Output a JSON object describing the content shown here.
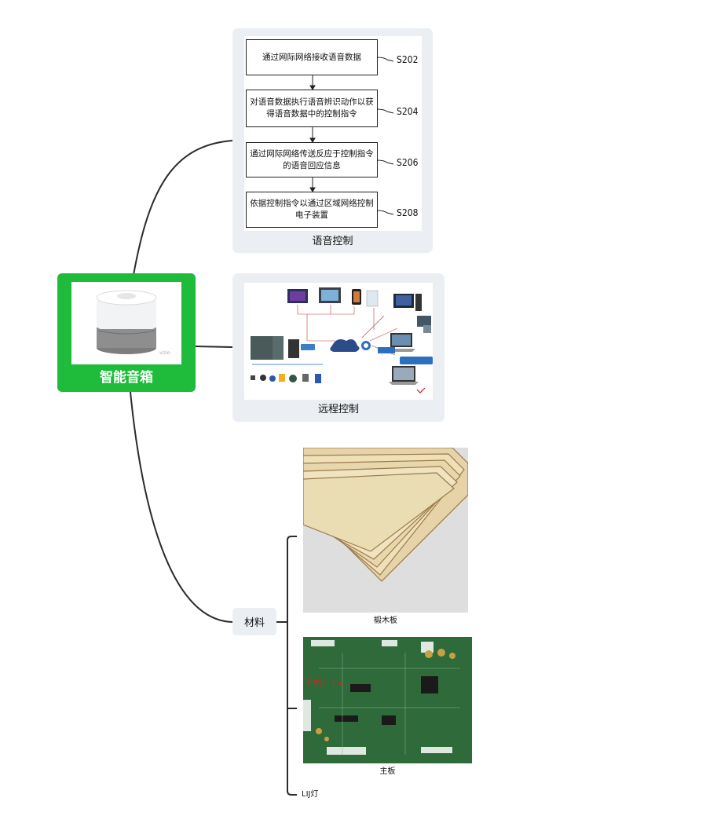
{
  "root": {
    "label": "智能音箱"
  },
  "voice_control": {
    "label": "语音控制",
    "steps": [
      {
        "text": "通过网际网络接收语音数据",
        "code": "S202"
      },
      {
        "text": "对语音数据执行语音辨识动作以获得语音数据中的控制指令",
        "code": "S204"
      },
      {
        "text": "通过网际网络传送反应于控制指令的语音回应信息",
        "code": "S206"
      },
      {
        "text": "依据控制指令以通过区域网络控制电子装置",
        "code": "S208"
      }
    ]
  },
  "remote_control": {
    "label": "远程控制"
  },
  "materials": {
    "label": "材料",
    "items": [
      {
        "label": "椴木板"
      },
      {
        "label": "主板",
        "watermark": "手机：15..."
      },
      {
        "label": "LIJ灯"
      }
    ]
  },
  "colors": {
    "root_bg": "#1ebc3a",
    "card_bg": "#ebeef2",
    "line": "#2b2b2b"
  }
}
